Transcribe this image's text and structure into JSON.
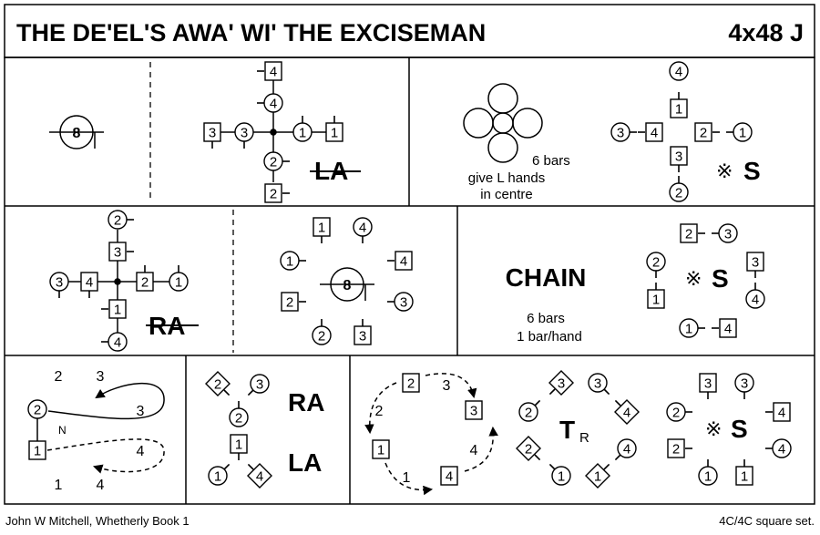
{
  "title": "THE DE'EL'S AWA' WI' THE EXCISEMAN",
  "dance_code": "4x48 J",
  "footer": {
    "source": "John W Mitchell, Whetherly Book 1",
    "set": "4C/4C  square set."
  },
  "figures": {
    "row1": {
      "circle_label": "8",
      "la_label": "LA",
      "note_bars": "6 bars",
      "note_hands_1": "give L hands",
      "note_hands_2": "in centre",
      "setting_label": "S",
      "setting_symbol": "※"
    },
    "row2": {
      "ra_label": "RA",
      "circle_label": "8",
      "chain_label": "CHAIN",
      "note_bars": "6 bars",
      "note_per_hand": "1 bar/hand",
      "setting_label": "S",
      "setting_symbol": "※"
    },
    "row3": {
      "ra_label": "RA",
      "la_label": "LA",
      "north_label": "N",
      "turn_label": "T",
      "turn_sub": "R",
      "setting_label": "S",
      "setting_symbol": "※"
    }
  }
}
